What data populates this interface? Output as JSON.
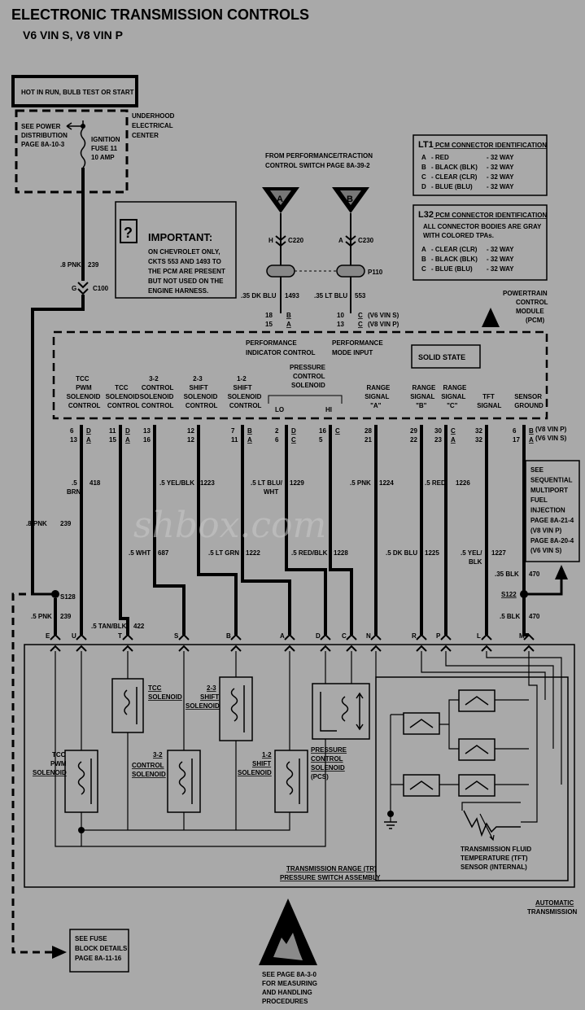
{
  "title": {
    "line1": "ELECTRONIC TRANSMISSION CONTROLS",
    "line2": "V6 VIN S, V8 VIN P"
  },
  "power": {
    "hot_box": "HOT IN RUN, BULB TEST OR START",
    "see_power": [
      "SEE POWER",
      "DISTRIBUTION",
      "PAGE 8A-10-3"
    ],
    "fuse": [
      "IGNITION",
      "FUSE 11",
      "10 AMP"
    ],
    "underhood": [
      "UNDERHOOD",
      "ELECTRICAL",
      "CENTER"
    ],
    "wire_top": {
      "gauge": ".8 PNK",
      "circuit": "239"
    },
    "conn_c100": {
      "pin": "G",
      "name": "C100"
    },
    "wire_mid": {
      "gauge": ".8 PNK",
      "circuit": "239"
    },
    "splice": "S128",
    "wire_bot": {
      "gauge": ".5 PNK",
      "circuit": "239"
    }
  },
  "important": {
    "title": "IMPORTANT:",
    "lines": [
      "ON CHEVROLET ONLY,",
      "CKTS 553 AND 1493 TO",
      "THE PCM ARE PRESENT",
      "BUT NOT USED ON THE",
      "ENGINE HARNESS."
    ]
  },
  "perf": {
    "from": [
      "FROM PERFORMANCE/TRACTION",
      "CONTROL SWITCH PAGE 8A-39-2"
    ],
    "a": {
      "letter": "A",
      "pin": "H",
      "conn": "C220",
      "wire": ".35 DK BLU",
      "circuit": "1493",
      "pins": [
        "18",
        "15"
      ],
      "cav": [
        "B",
        "A"
      ]
    },
    "b": {
      "letter": "B",
      "pin": "A",
      "conn": "C230",
      "wire": ".35 LT BLU",
      "circuit": "553",
      "pins": [
        "10",
        "13"
      ],
      "cav": [
        "C",
        "C"
      ]
    },
    "p110": "P110",
    "vin_s": "(V6 VIN S)",
    "vin_p": "(V8 VIN P)"
  },
  "lt1": {
    "title": "LT1",
    "title_rest": " PCM CONNECTOR IDENTIFICATION",
    "rows": [
      [
        "A",
        "- RED",
        "- 32 WAY"
      ],
      [
        "B",
        "- BLACK (BLK)",
        "- 32 WAY"
      ],
      [
        "C",
        "- CLEAR (CLR)",
        "- 32 WAY"
      ],
      [
        "D",
        "- BLUE (BLU)",
        "- 32 WAY"
      ]
    ]
  },
  "l32": {
    "title": "L32",
    "title_rest": " PCM CONNECTOR IDENTIFICATION",
    "note": [
      "ALL CONNECTOR BODIES ARE GRAY",
      "WITH COLORED TPAs."
    ],
    "rows": [
      [
        "A",
        "- CLEAR (CLR)",
        "- 32 WAY"
      ],
      [
        "B",
        "- BLACK (BLK)",
        "- 32 WAY"
      ],
      [
        "C",
        "- BLUE (BLU)",
        "- 32 WAY"
      ]
    ]
  },
  "pcm": {
    "label": [
      "POWERTRAIN",
      "CONTROL",
      "MODULE",
      "(PCM)"
    ],
    "solid_state": "SOLID STATE",
    "perf_ind": [
      "PERFORMANCE",
      "INDICATOR CONTROL"
    ],
    "perf_mode": [
      "PERFORMANCE",
      "MODE INPUT"
    ],
    "pcs_label": [
      "PRESSURE",
      "CONTROL",
      "SOLENOID"
    ],
    "lo": "LO",
    "hi": "HI",
    "col_labels": [
      [
        "TCC",
        "PWM",
        "SOLENOID",
        "CONTROL"
      ],
      [
        "TCC",
        "SOLENOID",
        "CONTROL"
      ],
      [
        "3-2",
        "CONTROL",
        "SOLENOID",
        "CONTROL"
      ],
      [
        "2-3",
        "SHIFT",
        "SOLENOID",
        "CONTROL"
      ],
      [
        "1-2",
        "SHIFT",
        "SOLENOID",
        "CONTROL"
      ],
      [
        "RANGE",
        "SIGNAL",
        "\"A\""
      ],
      [
        "RANGE",
        "SIGNAL",
        "\"B\""
      ],
      [
        "RANGE",
        "SIGNAL",
        "\"C\""
      ],
      [
        "TFT",
        "SIGNAL"
      ],
      [
        "SENSOR",
        "GROUND"
      ]
    ],
    "pins": [
      [
        "6",
        "13",
        "D",
        "A"
      ],
      [
        "11",
        "15",
        "D",
        "A"
      ],
      [
        "13",
        "16",
        "",
        ""
      ],
      [
        "12",
        "12",
        "",
        ""
      ],
      [
        "7",
        "11",
        "B",
        "A"
      ],
      [
        "2",
        "6",
        "D",
        "C"
      ],
      [
        "16",
        "5",
        "C",
        ""
      ],
      [
        "28",
        "21",
        "",
        ""
      ],
      [
        "29",
        "22",
        "",
        ""
      ],
      [
        "30",
        "23",
        "C",
        "A"
      ],
      [
        "32",
        "32",
        "",
        ""
      ],
      [
        "6",
        "17",
        "B",
        "A"
      ]
    ],
    "ground_vin_p": "(V8 VIN P)",
    "ground_vin_s": "(V6 VIN S)"
  },
  "wires": {
    "w418": {
      "gauge": ".5",
      "color": "BRN",
      "circuit": "418"
    },
    "w422": {
      "gauge": ".5 TAN/BLK",
      "circuit": "422"
    },
    "w687": {
      "gauge": ".5 WHT",
      "circuit": "687"
    },
    "w1223": {
      "gauge": ".5 YEL/BLK",
      "circuit": "1223"
    },
    "w1222": {
      "gauge": ".5 LT GRN",
      "circuit": "1222"
    },
    "w1229": {
      "gauge": ".5 LT BLU/",
      "color": "WHT",
      "circuit": "1229"
    },
    "w1228": {
      "gauge": ".5 RED/BLK",
      "circuit": "1228"
    },
    "w1224": {
      "gauge": ".5 PNK",
      "circuit": "1224"
    },
    "w1225": {
      "gauge": ".5 DK BLU",
      "circuit": "1225"
    },
    "w1226": {
      "gauge": ".5 RED",
      "circuit": "1226"
    },
    "w1227": {
      "gauge": ".5 YEL/",
      "color": "BLK",
      "circuit": "1227"
    },
    "w470a": {
      "gauge": ".35 BLK",
      "circuit": "470"
    },
    "w470b": {
      "gauge": ".5 BLK",
      "circuit": "470"
    },
    "splice2": "S122"
  },
  "sfi": [
    "SEE",
    "SEQUENTIAL",
    "MULTIPORT",
    "FUEL",
    "INJECTION",
    "PAGE 8A-21-4",
    "(V8 VIN P)",
    "PAGE 8A-20-4",
    "(V6 VIN S)"
  ],
  "trans": {
    "connector_letters": [
      "E",
      "U",
      "T",
      "S",
      "B",
      "A",
      "D",
      "C",
      "N",
      "R",
      "P",
      "L",
      "M"
    ],
    "tcc_pwm": [
      "TCC",
      "PWM",
      "SOLENOID"
    ],
    "tcc": [
      "TCC",
      "SOLENOID"
    ],
    "s32": [
      "3-2",
      "CONTROL",
      "SOLENOID"
    ],
    "s23": [
      "2-3",
      "SHIFT",
      "SOLENOID"
    ],
    "s12": [
      "1-2",
      "SHIFT",
      "SOLENOID"
    ],
    "pcs": [
      "PRESSURE",
      "CONTROL",
      "SOLENOID",
      "(PCS)"
    ],
    "tft": [
      "TRANSMISSION FLUID",
      "TEMPERATURE (TFT)",
      "SENSOR (INTERNAL)"
    ],
    "tr": [
      "TRANSMISSION RANGE (TR)",
      "PRESSURE SWITCH ASSEMBLY"
    ],
    "auto": [
      "AUTOMATIC",
      "TRANSMISSION"
    ]
  },
  "fuse_block": [
    "SEE FUSE",
    "BLOCK DETAILS",
    "PAGE 8A-11-16"
  ],
  "esd": [
    "SEE PAGE 8A-3-0",
    "FOR MEASURING",
    "AND HANDLING",
    "PROCEDURES"
  ],
  "watermark": "shbox.com"
}
